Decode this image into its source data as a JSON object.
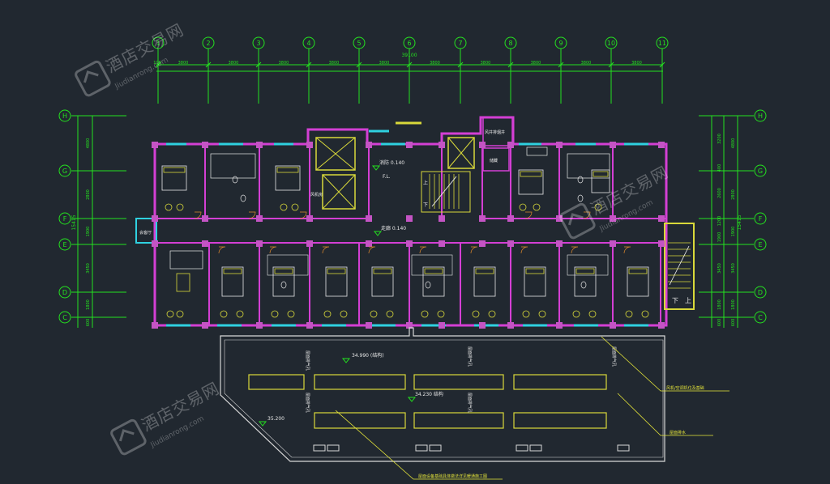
{
  "colors": {
    "background": "#212830",
    "dim": "#24e21f",
    "wall": "#d43fd4",
    "column": "#c454c4",
    "window": "#2fd1e0",
    "furniture": "#d9d93a",
    "door": "#e08a2c",
    "white": "#e8e8e8",
    "leader": "#e6e63a",
    "terrace": "#d8d8d8"
  },
  "axes": {
    "columns": [
      "1",
      "2",
      "3",
      "4",
      "5",
      "6",
      "7",
      "8",
      "9",
      "10",
      "11"
    ],
    "rows": [
      "H",
      "G",
      "F",
      "E",
      "D",
      "C"
    ]
  },
  "dimensions": {
    "total_top": "39100",
    "top_segments": [
      "3800",
      "3800",
      "3800",
      "3800",
      "3800",
      "3800",
      "3800",
      "3800",
      "3800",
      "3800"
    ],
    "top_first": "100",
    "left_outer": "15415",
    "left_inner": [
      "4800",
      "2800",
      "1900",
      "3450",
      "1800",
      "600"
    ],
    "right_outer": "15415",
    "right_inner_a": [
      "3200",
      "400",
      "2600",
      "1200",
      "1900",
      "3450",
      "1800",
      "600"
    ],
    "right_inner_b": [
      "4800",
      "2800",
      "1900",
      "3450",
      "1800",
      "600"
    ]
  },
  "labels": {
    "corridor_top": "消防 0.140",
    "corridor_main": "走廊 0.140",
    "ff": "F.L.",
    "stair_up": "上",
    "stair_down": "下",
    "stair_right_down": "下",
    "stair_right_up": "上",
    "room_left": "会客厅",
    "elev_lobby": "风机房",
    "top_right_room": "风井排烟井",
    "store": "储藏",
    "elev1": "",
    "terrace_elev1": "34.990 (结构)",
    "terrace_elev2": "34.230 结构",
    "terrace_elev3": "35.200",
    "vent1": "屋面排气孔",
    "vent2": "屋面排气孔",
    "vent3": "屋面排气孔",
    "vent4": "屋面排气孔",
    "vent5": "屋面排气孔",
    "note1": "风机/空调机位及基础",
    "note2": "屋面排水",
    "note3": "屋面设备基础具体做法详见暖通施工图"
  },
  "watermark": {
    "cn": "酒店交易网",
    "en": "Jiudianrong.com"
  }
}
